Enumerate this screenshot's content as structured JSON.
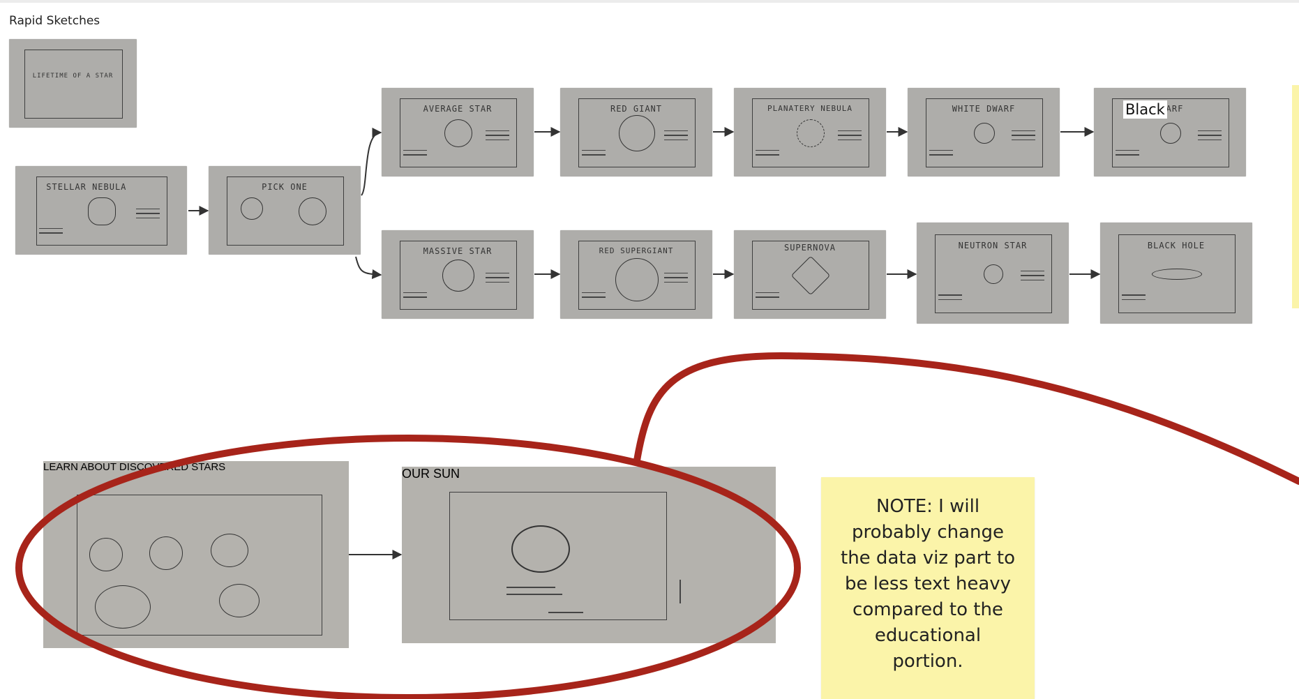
{
  "frame_title": "Rapid Sketches",
  "overlay_label": "Black",
  "sticky_note": "NOTE: I will probably change the data viz part to be less text heavy compared to the educational portion.",
  "colors": {
    "sketch_paper": "#aeadaa",
    "sticky": "#fbf4a9",
    "annotation_red": "#a7241a",
    "arrow": "#333333"
  },
  "sketches": {
    "start": {
      "text": "LIFETIME OF A STAR"
    },
    "stellar_nebula": {
      "text": "STELLAR NEBULA"
    },
    "pick_one": {
      "text": "PICK ONE"
    },
    "average_star": {
      "text": "AVERAGE STAR"
    },
    "red_giant": {
      "text": "RED GIANT"
    },
    "planetary_nebula": {
      "text": "PLANATERY NEBULA"
    },
    "white_dwarf": {
      "text": "WHITE DWARF"
    },
    "black_dwarf": {
      "text": "DWARF"
    },
    "massive_star": {
      "text": "MASSIVE STAR"
    },
    "red_supergiant": {
      "text": "RED SUPERGIANT"
    },
    "supernova": {
      "text": "SUPERNOVA"
    },
    "neutron_star": {
      "text": "NEUTRON STAR"
    },
    "black_hole": {
      "text": "BLACK HOLE"
    },
    "learn_about": {
      "text": "LEARN ABOUT DISCOVERED STARS"
    },
    "our_sun": {
      "text": "OUR SUN"
    }
  }
}
